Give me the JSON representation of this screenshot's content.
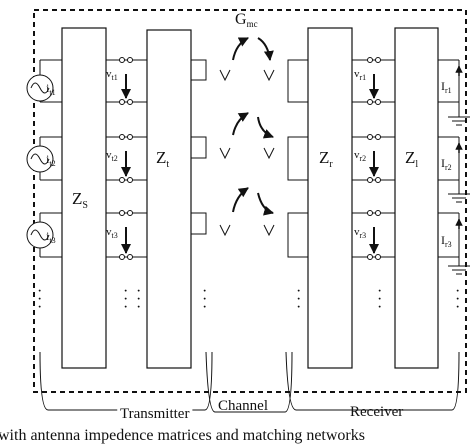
{
  "labels": {
    "gmc_main": "G",
    "gmc_sub": "mc",
    "zs_main": "Z",
    "zs_sub": "S",
    "zt_main": "Z",
    "zt_sub": "t",
    "zr_main": "Z",
    "zr_sub": "r",
    "zl_main": "Z",
    "zl_sub": "l"
  },
  "sources": [
    {
      "main": "i",
      "sub": "t1"
    },
    {
      "main": "i",
      "sub": "t2"
    },
    {
      "main": "i",
      "sub": "t3"
    }
  ],
  "tx_voltages": [
    {
      "main": "v",
      "sub": "t1"
    },
    {
      "main": "v",
      "sub": "t2"
    },
    {
      "main": "v",
      "sub": "t3"
    }
  ],
  "rx_voltages": [
    {
      "main": "v",
      "sub": "r1"
    },
    {
      "main": "v",
      "sub": "r2"
    },
    {
      "main": "v",
      "sub": "r3"
    }
  ],
  "rx_currents": [
    {
      "main": "I",
      "sub": "r1"
    },
    {
      "main": "I",
      "sub": "r2"
    },
    {
      "main": "I",
      "sub": "r3"
    }
  ],
  "sections": {
    "transmitter": "Transmitter",
    "channel": "Channel",
    "receiver": "Receiver"
  },
  "caption": "with antenna impedence matrices and matching networks"
}
